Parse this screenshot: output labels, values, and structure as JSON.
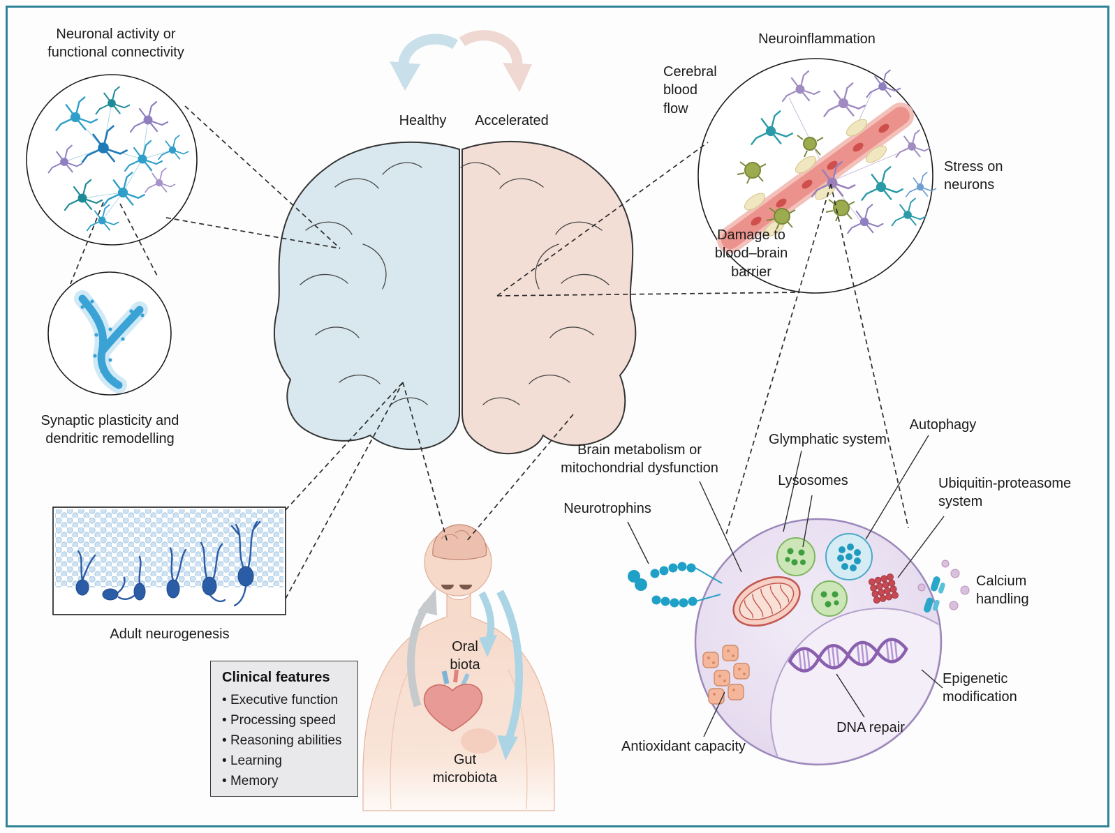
{
  "palette": {
    "frame_teal": "#2e8396",
    "healthy_blue": "#d9e8ee",
    "accelerated_pink": "#f3ded6",
    "neuron_blue": "#2f9fc9",
    "neuron_teal": "#1d8a96",
    "neuron_purple": "#8f7fc0",
    "vessel_red": "#ec928c",
    "microglia_green": "#9cab4e",
    "cell_lavender": "#e6dcef",
    "dna_purple": "#8a5fae",
    "lysosome_green": "#a8d489",
    "autophagy_teal": "#2aa3c6",
    "proteasome_red": "#c64a52",
    "mitochondria_red": "#c2564f",
    "antioxidant_orange": "#f4b79c",
    "skin": "#f6d9c9"
  },
  "labels": {
    "neuronal_activity": "Neuronal activity or functional connectivity",
    "synaptic": "Synaptic plasticity and dendritic remodelling",
    "adult_neurogenesis": "Adult neurogenesis",
    "healthy": "Healthy",
    "accelerated": "Accelerated",
    "neuroinflammation": "Neuroinflammation",
    "cerebral_blood_flow": "Cerebral blood flow",
    "stress_on_neurons": "Stress on neurons",
    "damage_bbb": "Damage to blood–brain barrier",
    "brain_metabolism": "Brain metabolism or mitochondrial dysfunction",
    "neurotrophins": "Neurotrophins",
    "glymphatic": "Glymphatic system",
    "lysosomes": "Lysosomes",
    "autophagy": "Autophagy",
    "ubiquitin": "Ubiquitin-proteasome system",
    "calcium": "Calcium handling",
    "epigenetic": "Epigenetic modification",
    "dna_repair": "DNA repair",
    "antioxidant": "Antioxidant capacity",
    "oral_biota": "Oral biota",
    "gut_microbiota": "Gut microbiota"
  },
  "clinical_features": {
    "title": "Clinical features",
    "items": [
      "Executive function",
      "Processing speed",
      "Reasoning abilities",
      "Learning",
      "Memory"
    ]
  }
}
